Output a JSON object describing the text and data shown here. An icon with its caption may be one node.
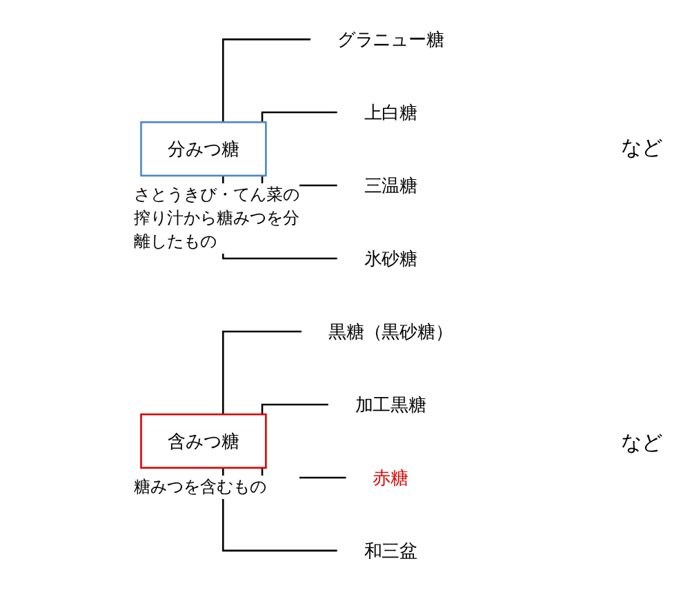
{
  "diagram": {
    "nodes": [
      {
        "text": [
          "分みつ糖"
        ],
        "beside": [
          "さとうきび・てん菜の搾り汁から糖みつを分離したもの"
        ]
      },
      {
        "text": [
          "グラニュー糖"
        ]
      },
      {
        "text": [
          "上白糖"
        ]
      },
      {
        "text": [
          "三温糖"
        ]
      },
      {
        "text": [
          "氷砂糖"
        ]
      },
      {
        "text": [
          "含みつ糖"
        ],
        "beside": [
          "糖みつを含むもの"
        ]
      },
      {
        "text": [
          "黒糖（黒砂糖）"
        ]
      },
      {
        "text": [
          "加工黒糖"
        ]
      },
      {
        "text": [
          "赤糖"
        ]
      },
      {
        "text": [
          "和三盆"
        ]
      }
    ],
    "edges": [
      {
        "from": 0,
        "to": 1,
        "arrow": "none"
      },
      {
        "from": 0,
        "to": 2,
        "arrow": "none"
      },
      {
        "from": 0,
        "to": 3,
        "arrow": "none"
      },
      {
        "from": 0,
        "to": 4,
        "arrow": "none"
      },
      {
        "from": 5,
        "to": 6,
        "arrow": "none"
      },
      {
        "from": 5,
        "to": 7,
        "arrow": "none"
      },
      {
        "from": 5,
        "to": 8,
        "arrow": "none"
      },
      {
        "from": 5,
        "to": 9,
        "arrow": "none"
      }
    ],
    "labels": [
      "など",
      "など"
    ]
  }
}
